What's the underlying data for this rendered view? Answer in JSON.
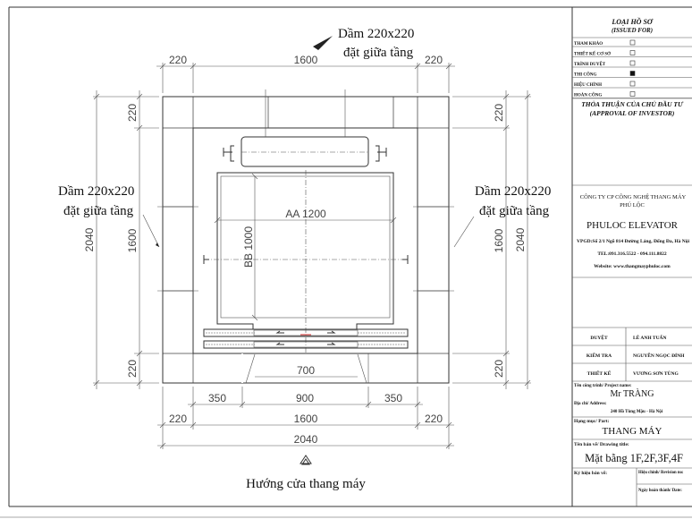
{
  "drawing": {
    "beam_label_top": [
      "Dầm 220x220",
      "đặt giữa tầng"
    ],
    "beam_label_left": [
      "Dầm 220x220",
      "đặt giữa tầng"
    ],
    "beam_label_right": [
      "Dầm 220x220",
      "đặt giữa tầng"
    ],
    "top_dims": [
      "220",
      "1600",
      "220"
    ],
    "left_dims": {
      "overall": "2040",
      "parts": [
        "220",
        "1600",
        "220"
      ]
    },
    "right_dims": {
      "overall": "2040",
      "parts": [
        "220",
        "1600",
        "220"
      ]
    },
    "car_width": "AA 1200",
    "car_depth": "BB 1000",
    "door_clear": "700",
    "bottom_dims_row1": [
      "350",
      "900",
      "350"
    ],
    "bottom_dims_row2": [
      "220",
      "1600",
      "220"
    ],
    "bottom_dims_row3": "2040",
    "door_direction": "Hướng cửa thang máy"
  },
  "title_block": {
    "issued_for_title": "LOẠI HỒ SƠ",
    "issued_for_subtitle": "(ISSUED FOR)",
    "issue_types": [
      {
        "label": "THAM KHẢO",
        "checked": false
      },
      {
        "label": "THIẾT KẾ CƠ SỞ",
        "checked": false
      },
      {
        "label": "TRÌNH DUYỆT",
        "checked": false
      },
      {
        "label": "THI CÔNG",
        "checked": true
      },
      {
        "label": "HIỆU CHỈNH",
        "checked": false
      },
      {
        "label": "HOÀN CÔNG",
        "checked": false
      }
    ],
    "approval_title": "THỎA THUẬN CỦA CHỦ ĐẦU TƯ",
    "approval_subtitle": "(APPROVAL OF INVESTOR)",
    "company_line1": "CÔNG TY CP CÔNG NGHỆ THANG MÁY",
    "company_line2": "PHÚ LỘC",
    "brand": "PHULOC  ELEVATOR",
    "office": "VPGD:Số 2/1 Ngõ 814 Đường Láng, Đống Đa, Hà Nội",
    "tel": "TEL:091.316.5522 - 094.111.8822",
    "website": "Website: www.thangmayphuloc.com",
    "signatures": [
      {
        "role": "DUYỆT",
        "name": "LÊ ANH TUẤN"
      },
      {
        "role": "KIỂM TRA",
        "name": "NGUYỄN NGỌC ĐỈNH"
      },
      {
        "role": "THIẾT KẾ",
        "name": "VƯƠNG SƠN TÙNG"
      }
    ],
    "project_label": "Tên công trình/ Project name:",
    "project_name": "Mr TRÀNG",
    "address_label": "Địa chỉ/ Address:",
    "address": "240 Hồ Tùng Mậu - Hà Nội",
    "part_label": "Hạng mục/ Part:",
    "part": "THANG MÁY",
    "drawing_title_label": "Tên bản vẽ/ Drawing title:",
    "drawing_title": "Mặt bằng 1F,2F,3F,4F",
    "drawing_code_label": "Ký hiệu bản vẽ:",
    "revision_label": "Hiệu chỉnh/ Revision no:",
    "date_label": "Ngày hoàn thành/ Date:"
  }
}
